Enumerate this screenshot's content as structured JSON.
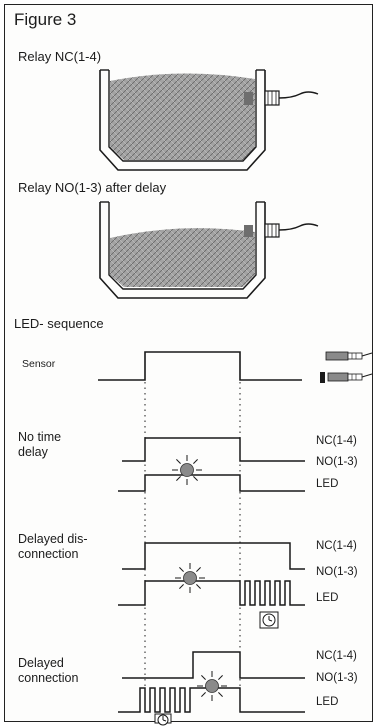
{
  "figure": {
    "title": "Figure 3",
    "tank_top_caption": "Relay NC(1-4)",
    "tank_bottom_caption": "Relay NO(1-3) after delay"
  },
  "timing": {
    "section_title": "LED- sequence",
    "sensor_label": "Sensor",
    "rows": [
      {
        "label_lines": [
          "No time",
          "delay"
        ],
        "outputs": [
          "NC(1-4)",
          "NO(1-3)",
          "LED"
        ]
      },
      {
        "label_lines": [
          "Delayed dis-",
          "connection"
        ],
        "outputs": [
          "NC(1-4)",
          "NO(1-3)",
          "LED"
        ]
      },
      {
        "label_lines": [
          "Delayed",
          "connection"
        ],
        "outputs": [
          "NC(1-4)",
          "NO(1-3)",
          "LED"
        ]
      }
    ]
  },
  "colors": {
    "line": "#1a1a1a",
    "liquid": "#9c9c9c",
    "lamp": "#8a8a8a",
    "sensor_body": "#6e6e6e"
  }
}
